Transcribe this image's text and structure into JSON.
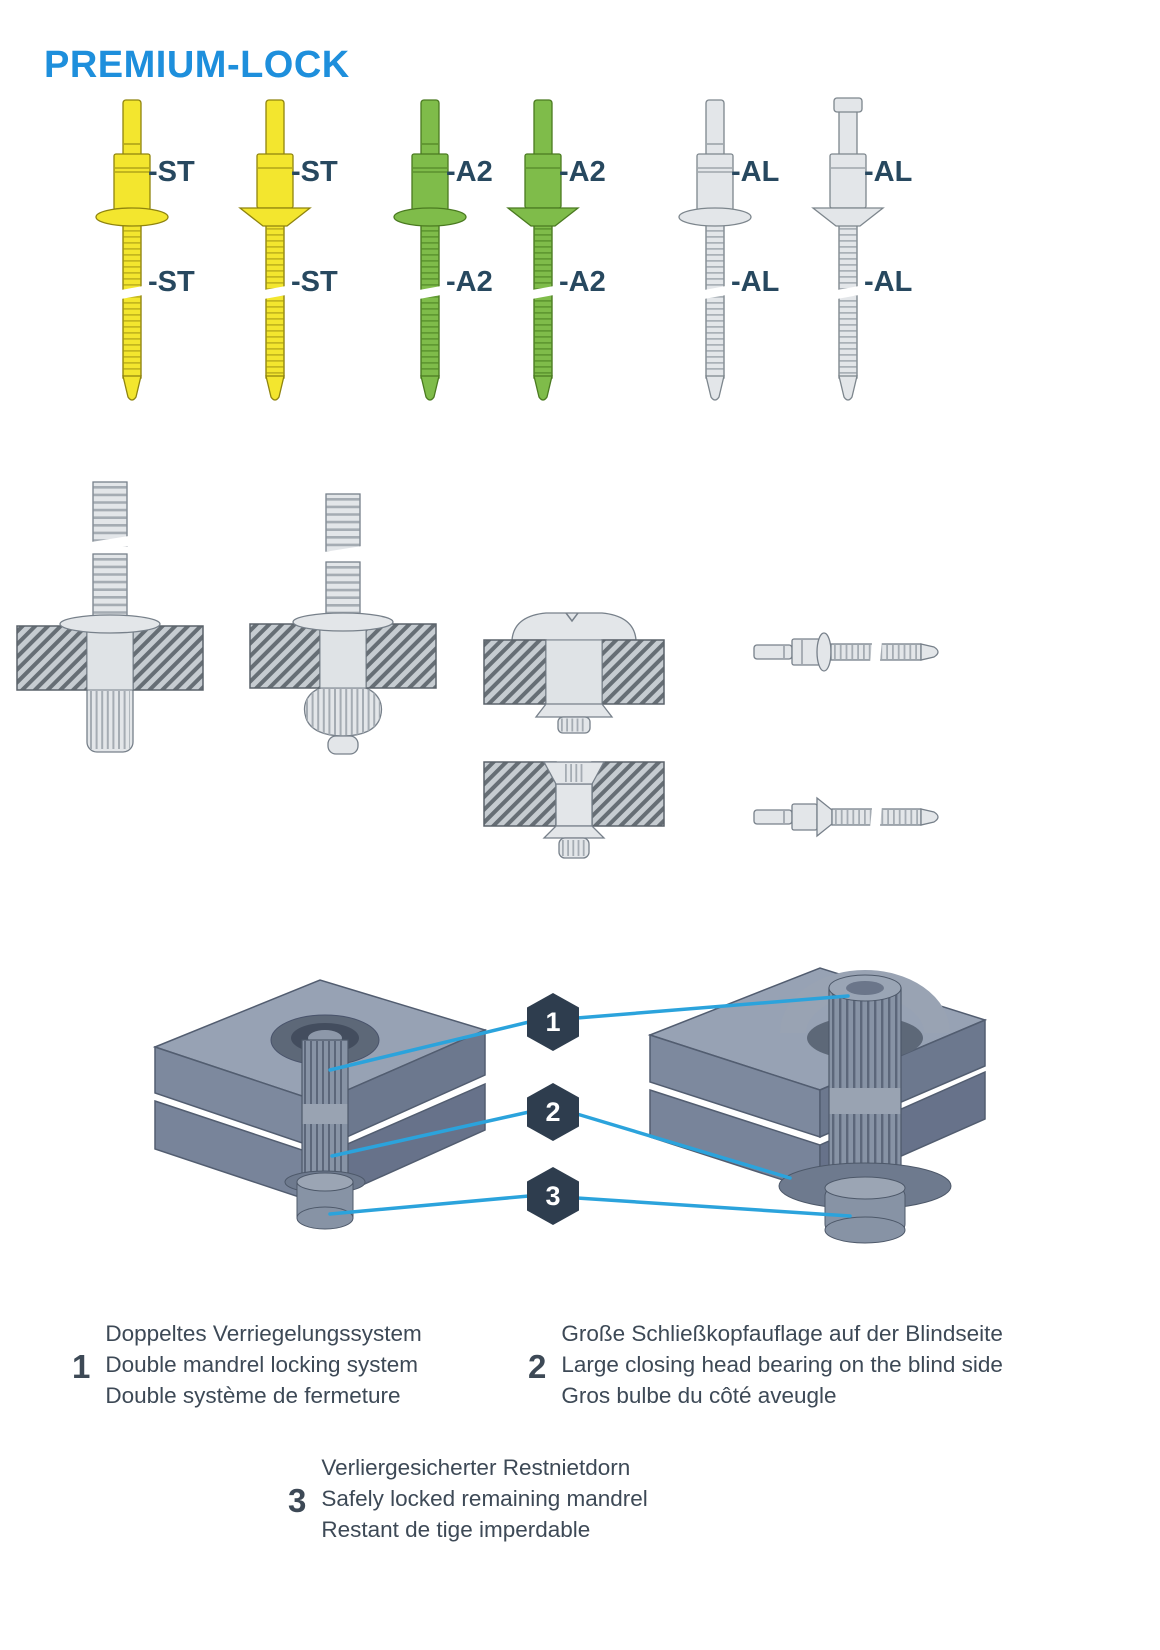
{
  "title": "PREMIUM-LOCK",
  "colors": {
    "title_blue": "#1e8fdc",
    "label_navy": "#27485f",
    "text_dark": "#3d4956",
    "hex_navy": "#2e3d4e",
    "line_blue": "#2ba3dc",
    "rivet_yellow": "#f3e62e",
    "rivet_green": "#7fbc4a",
    "rivet_aluminum": "#e3e6e9"
  },
  "rivet_row": {
    "items": [
      {
        "name": "steel-dome-head",
        "label_upper": "-ST",
        "label_lower": "-ST"
      },
      {
        "name": "steel-countersunk-head",
        "label_upper": "-ST",
        "label_lower": "-ST"
      },
      {
        "name": "stainless-dome-head",
        "label_upper": "-A2",
        "label_lower": "-A2"
      },
      {
        "name": "stainless-countersunk-head",
        "label_upper": "-A2",
        "label_lower": "-A2"
      },
      {
        "name": "aluminum-dome-head",
        "label_upper": "-AL",
        "label_lower": "-AL"
      },
      {
        "name": "aluminum-countersunk-head",
        "label_upper": "-AL",
        "label_lower": "-AL"
      }
    ]
  },
  "callouts": {
    "items": [
      {
        "number": "1"
      },
      {
        "number": "2"
      },
      {
        "number": "3"
      }
    ]
  },
  "legend": {
    "items": [
      {
        "number": "1",
        "line1": "Doppeltes Verriegelungssystem",
        "line2": "Double mandrel locking system",
        "line3": "Double système de fermeture"
      },
      {
        "number": "2",
        "line1": "Große Schließkopfauflage auf der Blindseite",
        "line2": "Large closing head bearing on the blind side",
        "line3": "Gros bulbe du côté aveugle"
      },
      {
        "number": "3",
        "line1": "Verliergesicherter Restnietdorn",
        "line2": "Safely locked remaining mandrel",
        "line3": "Restant de tige imperdable"
      }
    ]
  }
}
